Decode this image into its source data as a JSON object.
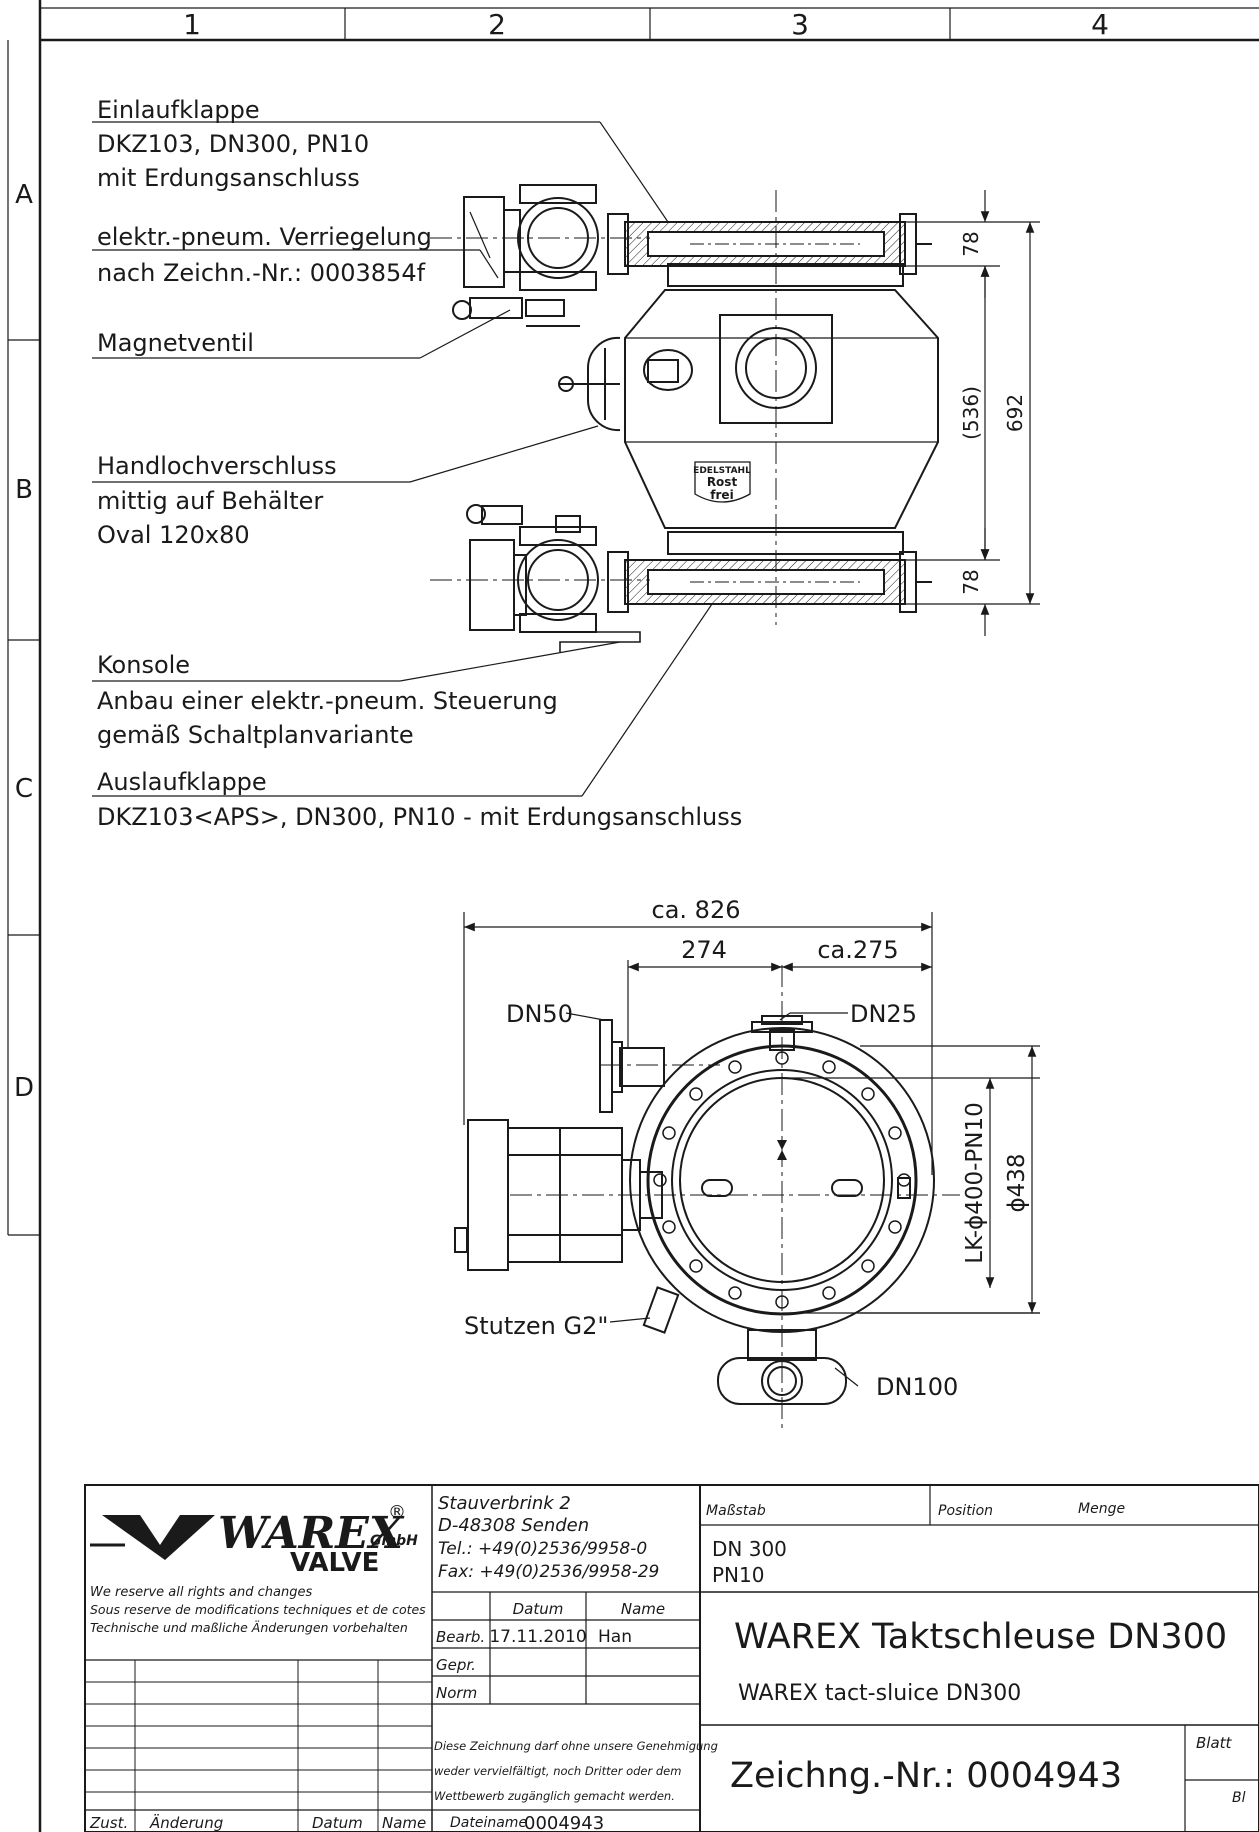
{
  "sheet": {
    "columns": [
      "1",
      "2",
      "3",
      "4"
    ],
    "rows": [
      "A",
      "B",
      "C",
      "D"
    ]
  },
  "callouts": {
    "einlauf": {
      "title": "Einlaufklappe",
      "l2": "DKZ103, DN300, PN10",
      "l3": "mit Erdungsanschluss"
    },
    "verriegelung": {
      "l1": "elektr.-pneum. Verriegelung",
      "l2": "nach Zeichn.-Nr.: 0003854f"
    },
    "magnet": {
      "l1": "Magnetventil"
    },
    "handloch": {
      "l1": "Handlochverschluss",
      "l2": "mittig auf Behälter",
      "l3": "Oval 120x80"
    },
    "konsole": {
      "l1": "Konsole",
      "l2": "Anbau einer elektr.-pneum. Steuerung",
      "l3": "gemäß Schaltplanvariante"
    },
    "auslauf": {
      "l1": "Auslaufklappe",
      "l2": "DKZ103<APS>, DN300, PN10 - mit Erdungsanschluss"
    }
  },
  "side_view": {
    "dim_top": "78",
    "dim_mid": "(536)",
    "dim_total": "692",
    "dim_bottom": "78",
    "badge_l1": "EDELSTAHL",
    "badge_l2": "Rost",
    "badge_l3": "frei"
  },
  "top_view": {
    "dim_total": "ca. 826",
    "dim_left": "274",
    "dim_right": "ca.275",
    "dn50": "DN50",
    "dn25": "DN25",
    "dn100": "DN100",
    "stutzen": "Stutzen G2\"",
    "lk": "LK-ϕ400-PN10",
    "dia": "ϕ438"
  },
  "title_block": {
    "brand": "WAREX",
    "reg": "®",
    "gmbh": "GmbH",
    "valve": "VALVE",
    "rights1": "We reserve all rights and changes",
    "rights2": "Sous reserve de modifications techniques et de cotes",
    "rights3": "Technische und maßliche Änderungen vorbehalten",
    "addr1": "Stauverbrink 2",
    "addr2": "D-48308 Senden",
    "addr3": "Tel.: +49(0)2536/9958-0",
    "addr4": "Fax: +49(0)2536/9958-29",
    "col_datum": "Datum",
    "col_name": "Name",
    "bearb": "Bearb.",
    "bearb_date": "17.11.2010",
    "bearb_name": "Han",
    "gepr": "Gepr.",
    "norm": "Norm",
    "notice1": "Diese Zeichnung darf ohne unsere Genehmigung",
    "notice2": "weder vervielfältigt, noch Dritter oder dem",
    "notice3": "Wettbewerb zugänglich gemacht werden.",
    "dateiname": "Dateiname",
    "dateiname_val": "0004943",
    "zust": "Zust.",
    "aenderung": "Änderung",
    "datum_bottom": "Datum",
    "name_bottom": "Name",
    "massstab": "Maßstab",
    "position": "Position",
    "menge": "Menge",
    "dn300": "DN 300",
    "pn10": "PN10",
    "title_de": "WAREX Taktschleuse DN300",
    "title_en": "WAREX tact-sluice DN300",
    "drawing_no": "Zeichng.-Nr.: 0004943",
    "blatt": "Blatt",
    "bl": "Bl"
  }
}
